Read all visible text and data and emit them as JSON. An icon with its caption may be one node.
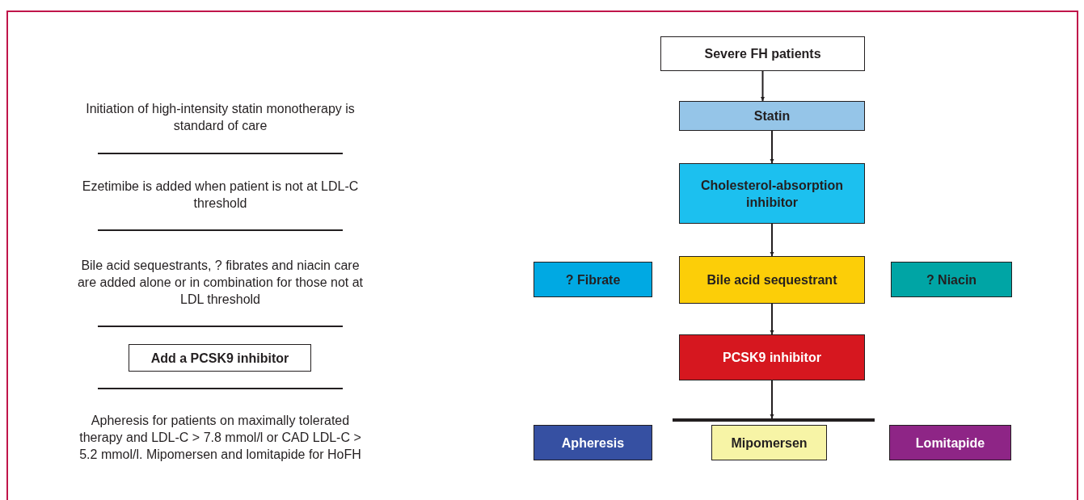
{
  "diagram": {
    "nodes": [
      {
        "text": [
          "Severe FH patients"
        ]
      },
      {
        "text": [
          "Statin"
        ]
      },
      {
        "text": [
          "Cholesterol-absorption inhibitor"
        ]
      },
      {
        "text": [
          "? Fibrate"
        ]
      },
      {
        "text": [
          "Bile acid sequestrant"
        ]
      },
      {
        "text": [
          "? Niacin"
        ]
      },
      {
        "text": [
          "PCSK9 inhibitor"
        ]
      },
      {
        "text": [],
        "shape": "bar"
      },
      {
        "text": [
          "Apheresis"
        ]
      },
      {
        "text": [
          "Mipomersen"
        ]
      },
      {
        "text": [
          "Lomitapide"
        ]
      },
      {
        "text": [
          "Add a PCSK9 inhibitor"
        ]
      }
    ],
    "edges": [
      {
        "from": 0,
        "to": 1,
        "arrow": "to"
      },
      {
        "from": 1,
        "to": 2,
        "arrow": "to"
      },
      {
        "from": 2,
        "to": 4,
        "arrow": "to"
      },
      {
        "from": 4,
        "to": 6,
        "arrow": "to"
      },
      {
        "from": 6,
        "to": 7,
        "arrow": "to"
      }
    ],
    "labels": [
      "Initiation of high-intensity statin monotherapy is standard of care",
      "Ezetimibe is added when patient is not at LDL-C threshold",
      "Bile acid sequestrants, ? fibrates and niacin care are added alone or in combination for those not at LDL threshold",
      "Apheresis for patients on maximally tolerated therapy and LDL-C > 7.8 mmol/l or CAD LDL-C > 5.2 mmol/l. Mipomersen and lomitapide for HoFH"
    ]
  }
}
